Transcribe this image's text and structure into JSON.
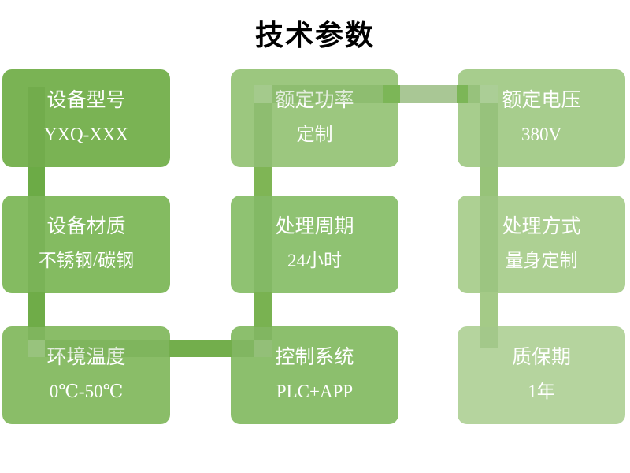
{
  "slide_title": "技术参数",
  "boxes": [
    {
      "title": "设备型号",
      "value": "YXQ-XXX",
      "fill": "#7AB354"
    },
    {
      "title": "额定功率",
      "value": "定制",
      "fill": "#9CC77F"
    },
    {
      "title": "额定电压",
      "value": "380V",
      "fill": "#A7CD8D"
    },
    {
      "title": "设备材质",
      "value": "不锈钢/碳钢",
      "fill": "#84BB61"
    },
    {
      "title": "处理周期",
      "value": "24小时",
      "fill": "#8FC272"
    },
    {
      "title": "处理方式",
      "value": "量身定制",
      "fill": "#ADD093"
    },
    {
      "title": "环境温度",
      "value": "0℃-50℃",
      "fill": "#8ABD68"
    },
    {
      "title": "控制系统",
      "value": "PLC+APP",
      "fill": "#8CBF6D"
    },
    {
      "title": "质保期",
      "value": "1年",
      "fill": "#B5D49E"
    }
  ],
  "connector": {
    "base": "#6CAB46",
    "gaps": {
      "g1": "#6CAB46",
      "g2": "#6FAC48",
      "g3": "#73AE4C",
      "g4": "#79B251",
      "g5": "#7FB555",
      "g6": "#A9C795",
      "g6a": "#7CB657",
      "g6b": "#7CB657",
      "g7": "#97C379",
      "g8": "#A4CA87"
    }
  }
}
